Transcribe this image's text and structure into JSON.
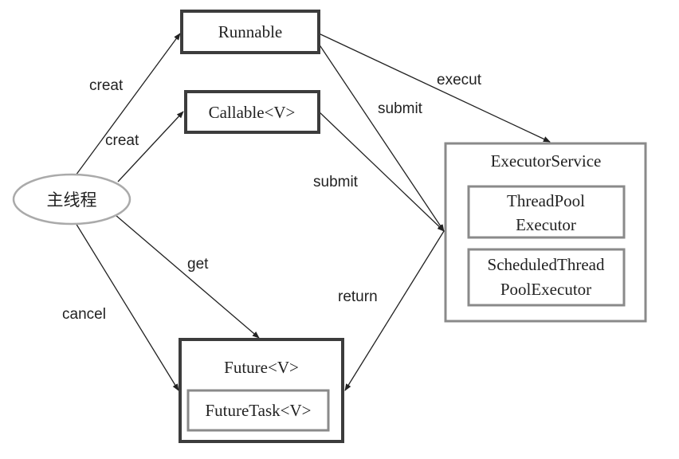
{
  "nodes": {
    "main_thread": "主线程",
    "runnable": "Runnable",
    "callable": "Callable<V>",
    "executor_service": "ExecutorService",
    "thread_pool_executor": [
      "ThreadPool",
      "Executor"
    ],
    "scheduled_thread_pool_executor": [
      "ScheduledThread",
      "PoolExecutor"
    ],
    "future": "Future<V>",
    "future_task": "FutureTask<V>"
  },
  "edges": {
    "creat_runnable": "creat",
    "creat_callable": "creat",
    "execut": "execut",
    "submit_runnable": "submit",
    "submit_callable": "submit",
    "get": "get",
    "return": "return",
    "cancel": "cancel"
  },
  "colors": {
    "thick_border": "#3c3c3c",
    "grey_border": "#8a8a8a",
    "ellipse_border": "#aaaaaa",
    "line": "#222222"
  }
}
